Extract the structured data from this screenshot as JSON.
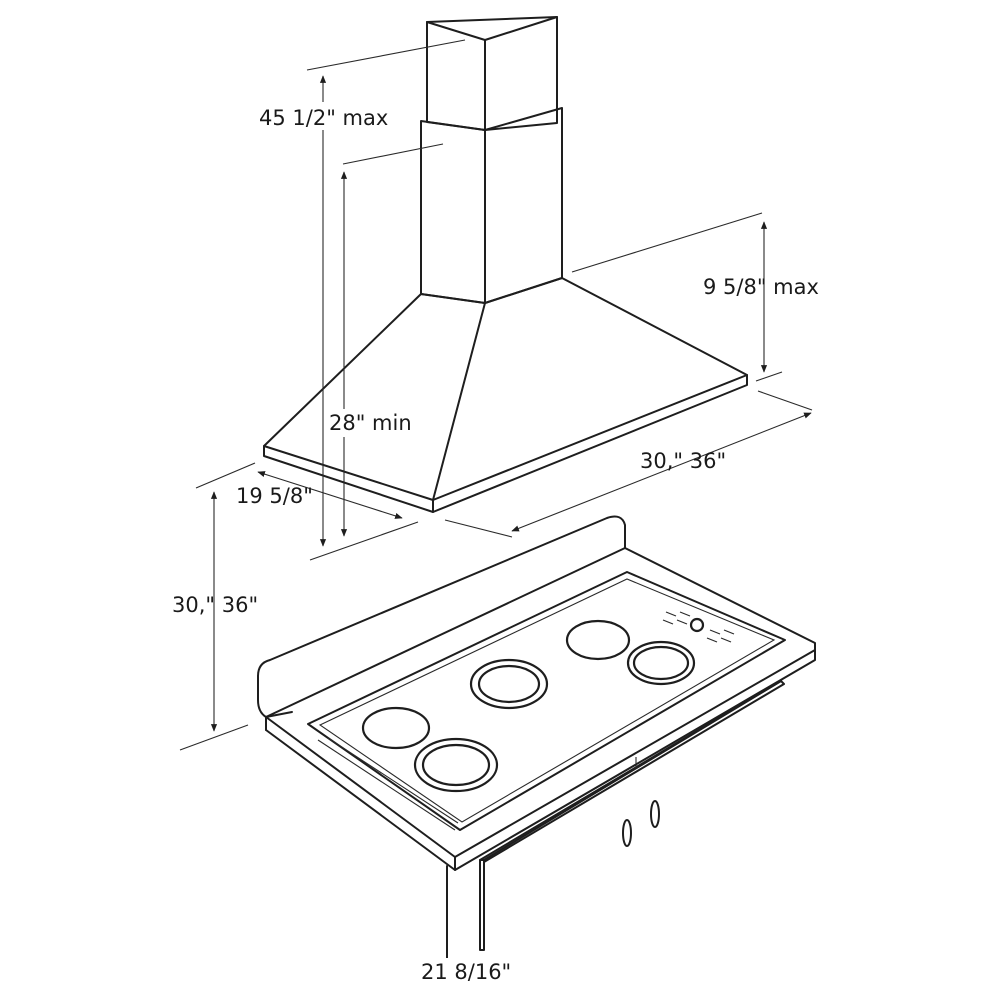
{
  "labels": {
    "chimney_height_max": "45 1/2\" max",
    "min_clearance": "28\" min",
    "hood_height_max": "9 5/8\" max",
    "hood_width": "30,\" 36\"",
    "hood_depth": "19 5/8\"",
    "counter_height": "30,\" 36\"",
    "cutout_depth": "21 8/16\""
  }
}
